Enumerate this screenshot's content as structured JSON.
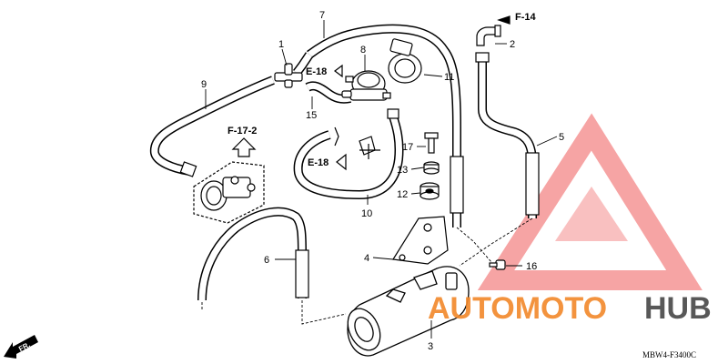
{
  "callouts": {
    "c1": "1",
    "c2": "2",
    "c3": "3",
    "c4": "4",
    "c5": "5",
    "c6": "6",
    "c7": "7",
    "c8": "8",
    "c9": "9",
    "c10": "10",
    "c11": "11",
    "c12": "12",
    "c13": "13",
    "c15": "15",
    "c16": "16",
    "c17": "17"
  },
  "refs": {
    "f14": "F-14",
    "f172": "F-17-2",
    "e18_top": "E-18",
    "e18_mid": "E-18"
  },
  "direction_label": "FR.",
  "diagram_code": "MBW4-F3400C",
  "watermark": {
    "part1": "AUTOMOTO",
    "part2": "HUB",
    "color_auto": "#f28a2e",
    "color_hub": "#4a4a4a",
    "color_logo": "#f05a5a"
  }
}
